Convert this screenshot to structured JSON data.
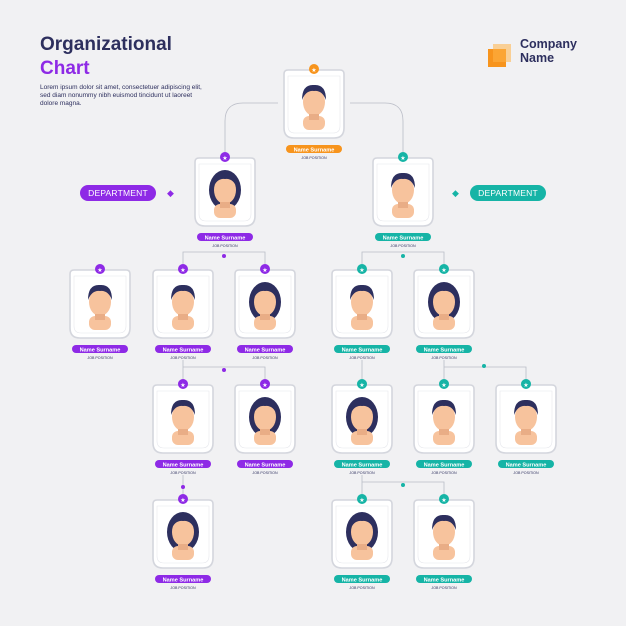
{
  "header": {
    "title_line1": "Organizational",
    "title_line2": "Chart",
    "description": "Lorem ipsum dolor sit amet, consectetuer adipiscing elit, sed diam nonummy nibh euismod tincidunt ut laoreet dolore magna."
  },
  "company": {
    "name": "Company Name"
  },
  "departments": {
    "left": "DEPARTMENT",
    "right": "DEPARTMENT"
  },
  "colors": {
    "purple": "#8e2ae6",
    "teal": "#16b4a6",
    "orange": "#f7941d",
    "navy": "#2d2f5e",
    "skin": "#f7c39d",
    "hair": "#2d2f5e"
  },
  "nodes": [
    {
      "id": "ceo",
      "name": "Name Surname",
      "position": "JOB POSITION",
      "color": "orange",
      "hair": "male"
    },
    {
      "id": "l1",
      "name": "Name Surname",
      "position": "JOB POSITION",
      "color": "purple",
      "hair": "female"
    },
    {
      "id": "r1",
      "name": "Name Surname",
      "position": "JOB POSITION",
      "color": "teal",
      "hair": "male"
    },
    {
      "id": "l2a",
      "name": "Name Surname",
      "position": "JOB POSITION",
      "color": "purple",
      "hair": "male"
    },
    {
      "id": "l2b",
      "name": "Name Surname",
      "position": "JOB POSITION",
      "color": "purple",
      "hair": "male"
    },
    {
      "id": "l2c",
      "name": "Name Surname",
      "position": "JOB POSITION",
      "color": "purple",
      "hair": "female"
    },
    {
      "id": "r2a",
      "name": "Name Surname",
      "position": "JOB POSITION",
      "color": "teal",
      "hair": "male"
    },
    {
      "id": "r2b",
      "name": "Name Surname",
      "position": "JOB POSITION",
      "color": "teal",
      "hair": "female"
    },
    {
      "id": "l3a",
      "name": "Name Surname",
      "position": "JOB POSITION",
      "color": "purple",
      "hair": "male"
    },
    {
      "id": "l3b",
      "name": "Name Surname",
      "position": "JOB POSITION",
      "color": "purple",
      "hair": "female"
    },
    {
      "id": "r3a",
      "name": "Name Surname",
      "position": "JOB POSITION",
      "color": "teal",
      "hair": "female"
    },
    {
      "id": "r3b",
      "name": "Name Surname",
      "position": "JOB POSITION",
      "color": "teal",
      "hair": "male"
    },
    {
      "id": "r3c",
      "name": "Name Surname",
      "position": "JOB POSITION",
      "color": "teal",
      "hair": "male"
    },
    {
      "id": "l4a",
      "name": "Name Surname",
      "position": "JOB POSITION",
      "color": "purple",
      "hair": "female"
    },
    {
      "id": "r4a",
      "name": "Name Surname",
      "position": "JOB POSITION",
      "color": "teal",
      "hair": "female"
    },
    {
      "id": "r4b",
      "name": "Name Surname",
      "position": "JOB POSITION",
      "color": "teal",
      "hair": "male"
    }
  ],
  "edges": [
    [
      "ceo",
      "l1"
    ],
    [
      "ceo",
      "r1"
    ],
    [
      "l1",
      "l2b"
    ],
    [
      "l1",
      "l2c"
    ],
    [
      "r1",
      "r2a"
    ],
    [
      "r1",
      "r2b"
    ],
    [
      "l2b",
      "l3a"
    ],
    [
      "l2b",
      "l3b"
    ],
    [
      "r2a",
      "r3a"
    ],
    [
      "r2b",
      "r3b"
    ],
    [
      "r2b",
      "r3c"
    ],
    [
      "l3a",
      "l4a"
    ],
    [
      "r3a",
      "r4a"
    ],
    [
      "r3a",
      "r4b"
    ]
  ]
}
